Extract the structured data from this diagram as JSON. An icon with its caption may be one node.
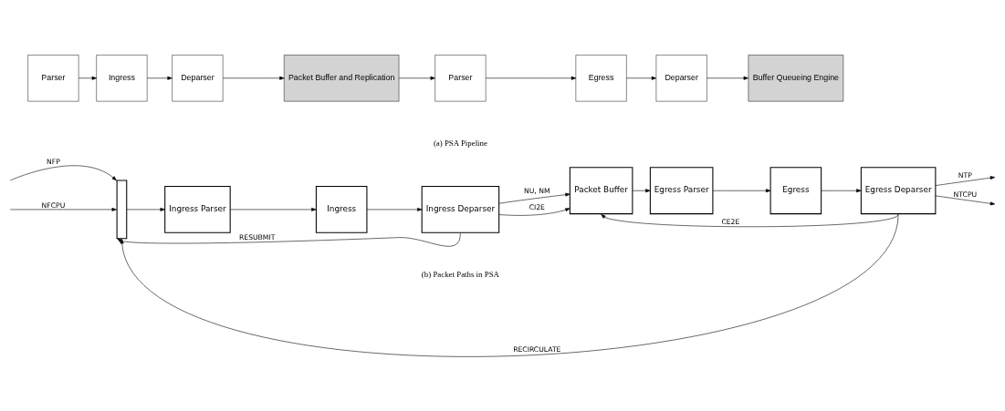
{
  "diagram": {
    "nodes": [
      {
        "text": [
          "Parser"
        ]
      },
      {
        "text": [
          "Ingress"
        ]
      },
      {
        "text": [
          "Deparser"
        ]
      },
      {
        "text": [
          "Packet Buffer and Replication"
        ]
      },
      {
        "text": [
          "Parser"
        ]
      },
      {
        "text": [
          "Egress"
        ]
      },
      {
        "text": [
          "Deparser"
        ]
      },
      {
        "text": [
          "Buffer Queueing Engine"
        ]
      },
      {
        "text": [],
        "shape": "box"
      },
      {
        "text": [
          "Ingress Parser"
        ]
      },
      {
        "text": [
          "Ingress"
        ]
      },
      {
        "text": [
          "Ingress Deparser"
        ]
      },
      {
        "text": [
          "Packet Buffer"
        ]
      },
      {
        "text": [
          "Egress Parser"
        ]
      },
      {
        "text": [
          "Egress"
        ]
      },
      {
        "text": [
          "Egress Deparser"
        ]
      }
    ],
    "edges": [
      {
        "from": 0,
        "to": 1,
        "arrow": "to"
      },
      {
        "from": 1,
        "to": 2,
        "arrow": "to"
      },
      {
        "from": 2,
        "to": 3,
        "arrow": "to"
      },
      {
        "from": 3,
        "to": 4,
        "arrow": "to"
      },
      {
        "from": 4,
        "to": 5,
        "arrow": "to"
      },
      {
        "from": 5,
        "to": 6,
        "arrow": "to"
      },
      {
        "from": 6,
        "to": 7,
        "arrow": "to"
      },
      {
        "from": null,
        "to": 8,
        "arrow": "to",
        "label": "NFP"
      },
      {
        "from": null,
        "to": 8,
        "arrow": "to",
        "label": "NFCPU"
      },
      {
        "from": 8,
        "to": 9,
        "arrow": "to"
      },
      {
        "from": 9,
        "to": 10,
        "arrow": "to"
      },
      {
        "from": 10,
        "to": 11,
        "arrow": "to"
      },
      {
        "from": 11,
        "to": 12,
        "arrow": "to",
        "label": "NU, NM"
      },
      {
        "from": 11,
        "to": 12,
        "arrow": "to",
        "label": "CI2E"
      },
      {
        "from": 12,
        "to": 13,
        "arrow": "to"
      },
      {
        "from": 13,
        "to": 14,
        "arrow": "to"
      },
      {
        "from": 14,
        "to": 15,
        "arrow": "to"
      },
      {
        "from": 15,
        "to": null,
        "arrow": "to",
        "label": "NTP"
      },
      {
        "from": 15,
        "to": null,
        "arrow": "to",
        "label": "NTCPU"
      },
      {
        "from": 11,
        "to": 8,
        "arrow": "to",
        "label": "RESUBMIT"
      },
      {
        "from": 15,
        "to": 12,
        "arrow": "to",
        "label": "CE2E"
      },
      {
        "from": 15,
        "to": 8,
        "arrow": "to",
        "label": "RECIRCULATE"
      }
    ],
    "labels": [
      "(a) PSA Pipeline",
      "(b) Packet Paths in PSA"
    ]
  }
}
